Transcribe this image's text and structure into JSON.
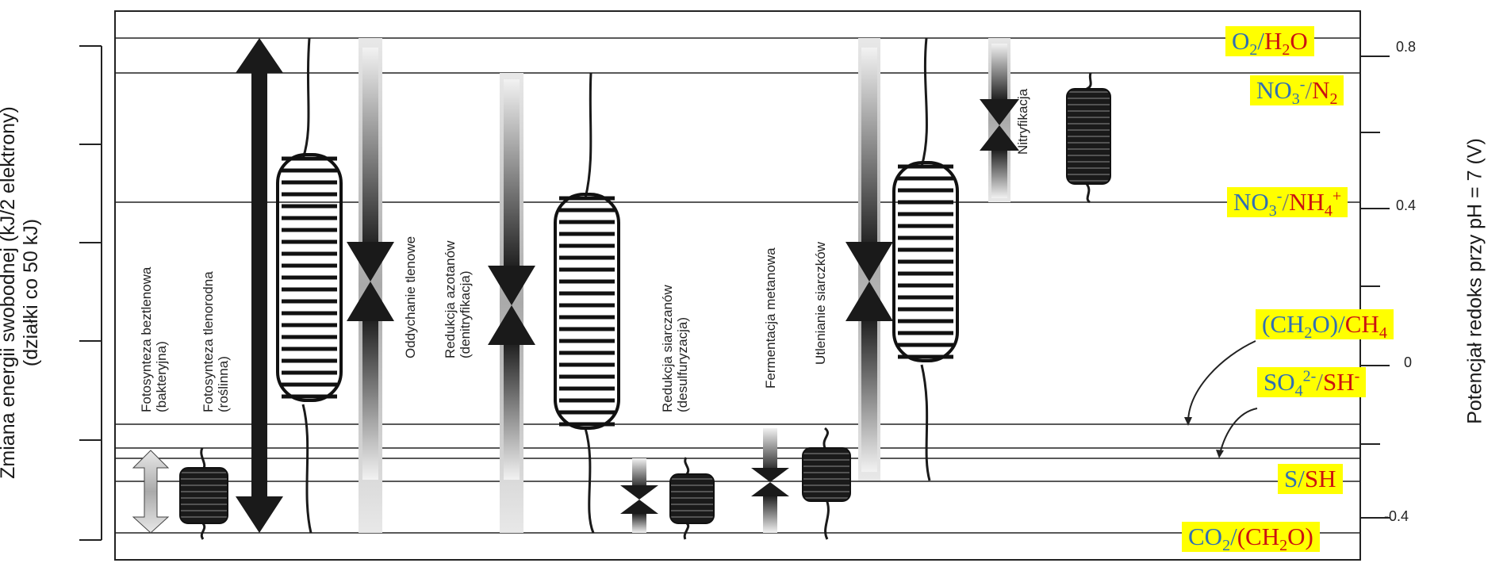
{
  "left_axis": {
    "line1": "Zmiana energii swobodnej (kJ/2 elektrony)",
    "line2": "(działki co 50 kJ)"
  },
  "right_axis": {
    "label": "Potencjał redoks przy pH = 7 (V)",
    "ticks": [
      "0.8",
      "0.4",
      "0",
      "-0.4"
    ]
  },
  "processes": [
    {
      "name": "Fotosynteza beztlenowa",
      "sub": "(bakteryjna)"
    },
    {
      "name": "Fotosynteza tlenorodna",
      "sub": "(roślinna)"
    },
    {
      "name": "Oddychanie tlenowe",
      "sub": ""
    },
    {
      "name": "Redukcja azotanów",
      "sub": "(denitryfikacja)"
    },
    {
      "name": "Redukcja siarczanów",
      "sub": "(desulfuryzacja)"
    },
    {
      "name": "Fermentacja metanowa",
      "sub": ""
    },
    {
      "name": "Utlenianie siarczków",
      "sub": ""
    },
    {
      "name": "Nitryfikacja",
      "sub": ""
    }
  ],
  "couples": {
    "o2_h2o": {
      "a": "O",
      "a_sub": "2",
      "slash": "/",
      "b": "H",
      "b_sub": "2",
      "b_rest": "O"
    },
    "no3_n2": {
      "a": "NO",
      "a_sub": "3",
      "a_sup": "-",
      "slash": "/",
      "b": "N",
      "b_sub": "2"
    },
    "no3_nh4": {
      "a": "NO",
      "a_sub": "3",
      "a_sup": "-",
      "slash": "/",
      "b": "NH",
      "b_sub": "4",
      "b_sup": "+"
    },
    "ch2o_ch4": {
      "a": "(CH",
      "a_sub": "2",
      "a_rest": "O)",
      "slash": "/",
      "b": "CH",
      "b_sub": "4"
    },
    "so4_sh": {
      "a": "SO",
      "a_sub": "4",
      "a_sup": "2-",
      "slash": "/",
      "b": "SH",
      "b_sup": "-"
    },
    "s_sh": {
      "a": "S",
      "slash": "/",
      "b": "SH"
    },
    "co2_ch2o": {
      "a": "CO",
      "a_sub": "2",
      "slash": "/",
      "b": "(CH",
      "b_sub": "2",
      "b_rest": "O)"
    }
  },
  "colors": {
    "highlight": "#ffff00",
    "blue": "#2f6fb5",
    "red": "#cc1111"
  }
}
